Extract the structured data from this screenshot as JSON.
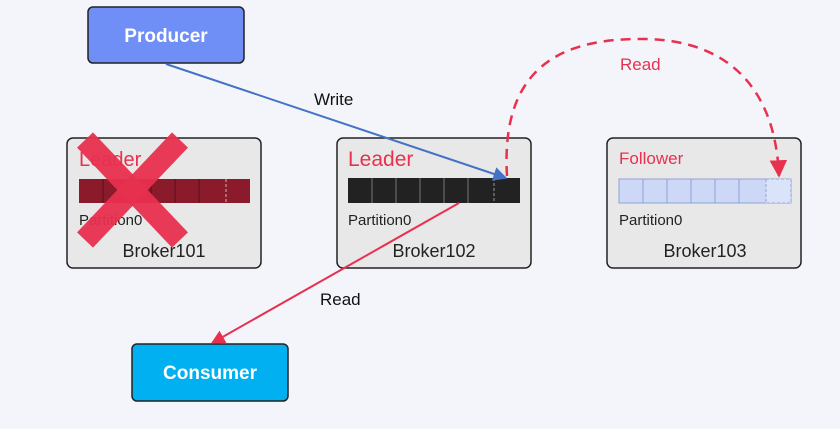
{
  "colors": {
    "background": "#f3f5fb",
    "producer_fill": "#6f8ff7",
    "consumer_fill": "#00b0f0",
    "broker_fill": "#e8e8e8",
    "leader_text": "#e8304f",
    "write_arrow": "#4472c4",
    "read_arrow": "#e8304f",
    "dead_partition": "#8b1a2b",
    "live_partition": "#222222",
    "follower_partition": "#cdd7f6",
    "cross": "#e8304f"
  },
  "nodes": {
    "producer": {
      "label": "Producer"
    },
    "consumer": {
      "label": "Consumer"
    }
  },
  "brokers": [
    {
      "name": "Broker101",
      "role": "Leader",
      "partition": "Partition0",
      "state": "failed"
    },
    {
      "name": "Broker102",
      "role": "Leader",
      "partition": "Partition0",
      "state": "active"
    },
    {
      "name": "Broker103",
      "role": "Follower",
      "partition": "Partition0",
      "state": "active"
    }
  ],
  "edges": {
    "write_label": "Write",
    "read_consumer_label": "Read",
    "read_replica_label": "Read"
  }
}
